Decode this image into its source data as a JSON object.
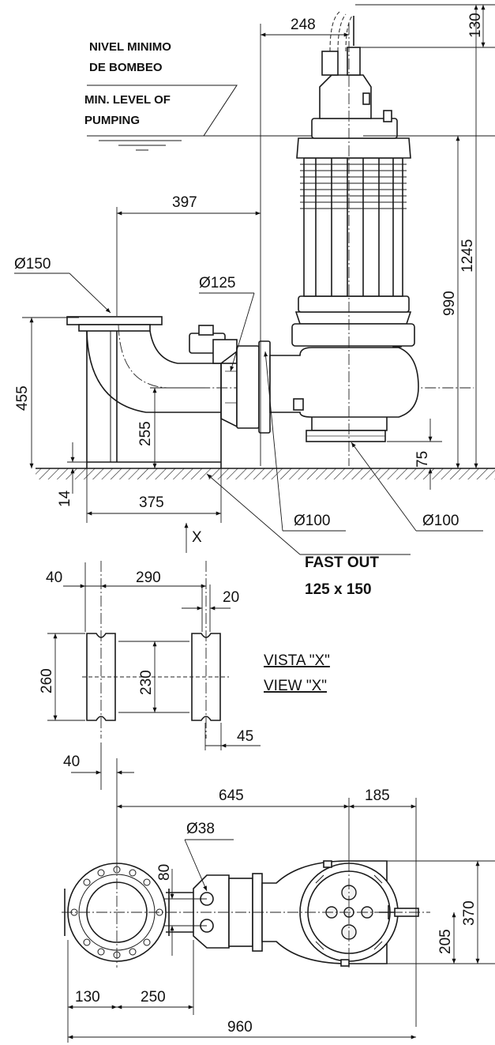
{
  "labels": {
    "nivel_minimo_1": "NIVEL MINIMO",
    "nivel_minimo_2": "DE BOMBEO",
    "min_level_1": "MIN. LEVEL OF",
    "min_level_2": "PUMPING",
    "fast_out_1": "FAST OUT",
    "fast_out_2": "125 x 150",
    "vista": "VISTA \"X\"",
    "view": "VIEW \"X\"",
    "x_arrow": "X"
  },
  "dimensions": {
    "d248": "248",
    "d130_top": "130",
    "d397": "397",
    "d1245": "1245",
    "d990": "990",
    "dia150": "Ø150",
    "dia125": "Ø125",
    "d455": "455",
    "d255": "255",
    "d75": "75",
    "d14": "14",
    "d375": "375",
    "dia100_a": "Ø100",
    "dia100_b": "Ø100",
    "d40_a": "40",
    "d290": "290",
    "d20": "20",
    "d260": "260",
    "d230": "230",
    "d45": "45",
    "d40_b": "40",
    "d645": "645",
    "d185": "185",
    "dia38": "Ø38",
    "d80": "80",
    "d370": "370",
    "d205": "205",
    "d130_bot": "130",
    "d250": "250",
    "d960": "960"
  }
}
